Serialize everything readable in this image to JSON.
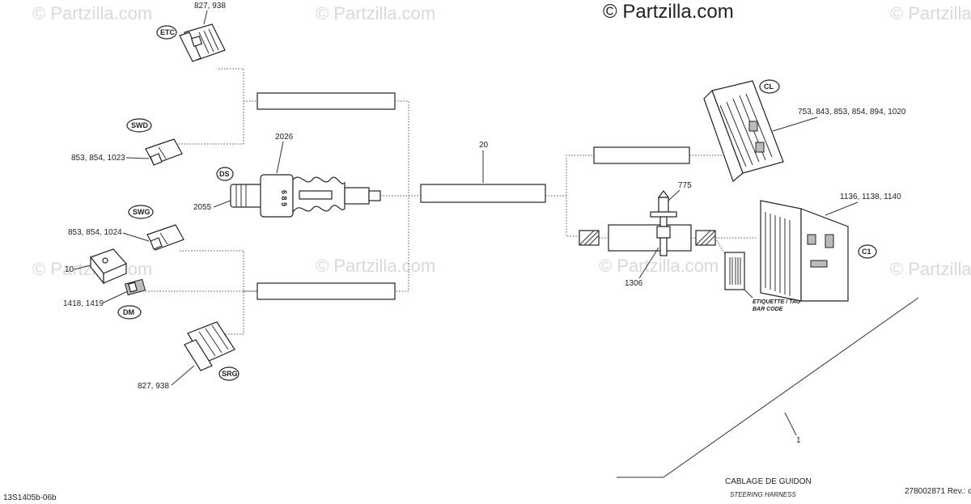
{
  "watermarks": {
    "main": "© Partzilla.com",
    "faint": "© Partzilla.com"
  },
  "callouts": {
    "etc_numbers": "827, 938",
    "etc_tag": "ETC",
    "swd_tag": "SWD",
    "swd_numbers": "853, 854, 1023",
    "ds_tag": "DS",
    "ds_top": "2026",
    "ds_left": "2055",
    "ds_digits": "6 8 9",
    "swg_tag": "SWG",
    "swg_numbers": "853, 854, 1024",
    "dm_ten": "10",
    "dm_numbers": "1418, 1419",
    "dm_tag": "DM",
    "srg_numbers": "827, 938",
    "srg_tag": "SRG",
    "center": "20",
    "cl_tag": "CL",
    "cl_numbers": "753, 843, 853, 854, 894, 1020",
    "plug_num": "775",
    "plug_bottom": "1306",
    "c1_numbers": "1136, 1138, 1140",
    "c1_tag": "C1",
    "tag_line1": "ETIQUETTE / TAG",
    "tag_line2": "BAR CODE",
    "harness_num": "1"
  },
  "footer": {
    "title": "CABLAGE DE GUIDON",
    "subtitle": "STEERING HARNESS",
    "left_code": "13S1405b-06b",
    "right_code": "278002871 Rev.: c"
  }
}
